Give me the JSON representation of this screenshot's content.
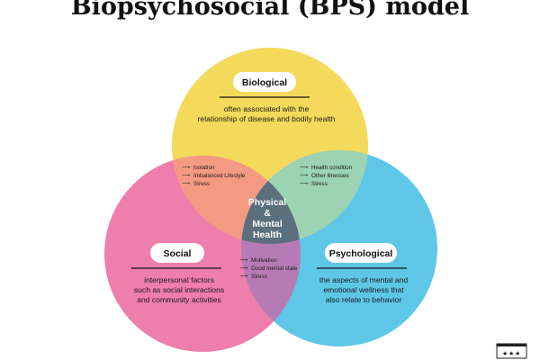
{
  "title": "Biopsychosocial (BPS) model",
  "colors": {
    "biological": "#f4da5a",
    "social": "#ee7eab",
    "psychological": "#5ec7e8",
    "bio_social": "#f59a82",
    "bio_psych": "#9cd3b2",
    "social_psych": "#b67bb5",
    "center": "#5b6f7c"
  },
  "circles": {
    "biological": {
      "label": "Biological",
      "description": [
        "often associated with the",
        "relationship of disease and bodily health"
      ]
    },
    "social": {
      "label": "Social",
      "description": [
        "interpersonal factors",
        "such as social interactions",
        "and community activities"
      ]
    },
    "psychological": {
      "label": "Psychological",
      "description": [
        "the aspects of mental and",
        "emotional wellness that",
        "also relate to behavior"
      ]
    }
  },
  "overlaps": {
    "bio_social": [
      "Isolation",
      "Imbalanced Lifestyle",
      "Stress"
    ],
    "bio_psych": [
      "Health condition",
      "Other illnesses",
      "Stress"
    ],
    "social_psych": [
      "Motivation",
      "Good mental state",
      "Stress"
    ]
  },
  "center": {
    "lines": [
      "Physical",
      "&",
      "Mental",
      "Health"
    ]
  },
  "logo_icon": "flag-logo-icon"
}
